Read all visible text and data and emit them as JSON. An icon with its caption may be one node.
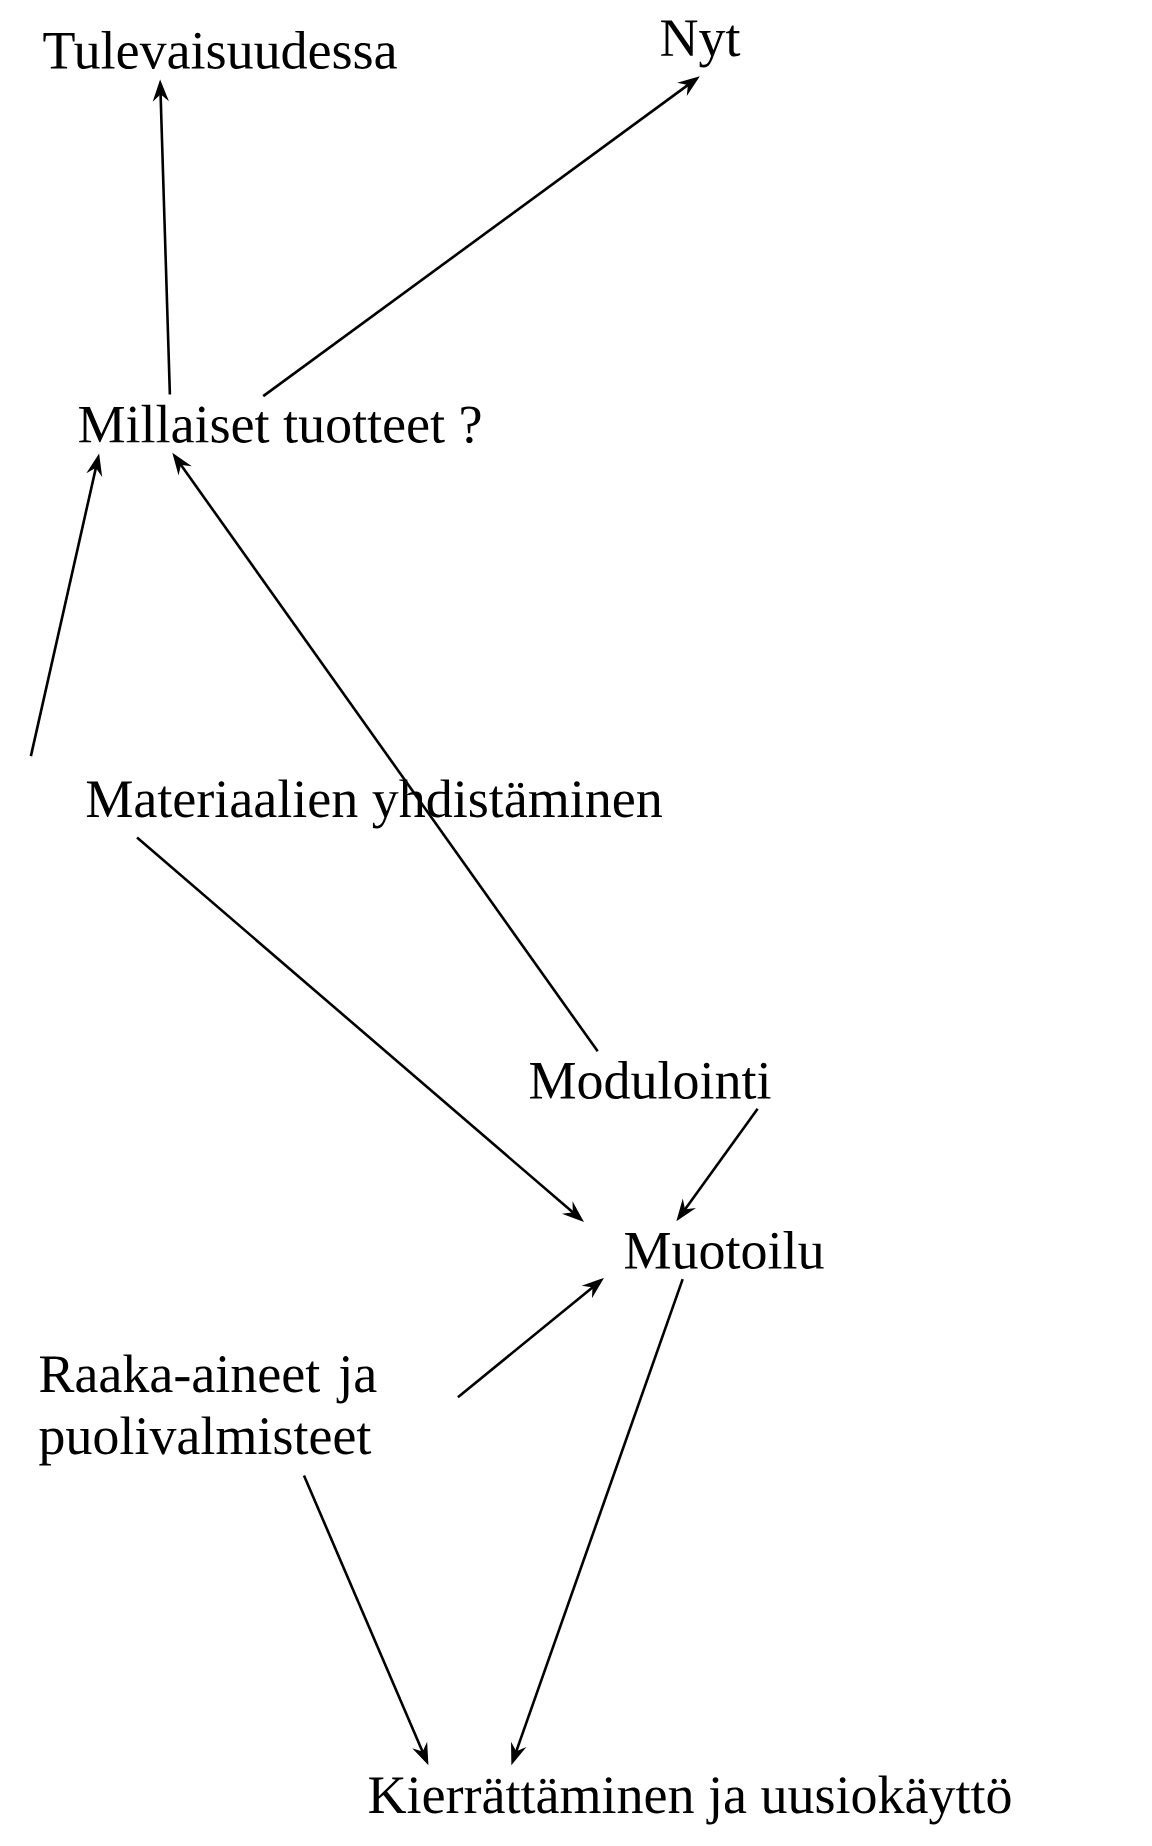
{
  "diagram": {
    "nodes": [
      {
        "text": [
          "Tulevaisuudessa"
        ]
      },
      {
        "text": [
          "Nyt"
        ]
      },
      {
        "text": [
          "Millaiset tuotteet ?"
        ]
      },
      {
        "text": [
          "Materiaalien yhdistäminen"
        ]
      },
      {
        "text": [
          "Modulointi"
        ]
      },
      {
        "text": [
          "Muotoilu"
        ]
      },
      {
        "text": [
          "Raaka-aineet ja puolivalmisteet"
        ]
      },
      {
        "text": [
          "Kierrättäminen ja uusiokäyttö"
        ]
      }
    ],
    "edges": [
      {
        "from": 2,
        "to": 0,
        "arrow": "to"
      },
      {
        "from": 2,
        "to": 1,
        "arrow": "to"
      },
      {
        "from": null,
        "to": 2,
        "arrow": "to"
      },
      {
        "from": 4,
        "to": 2,
        "arrow": "to"
      },
      {
        "from": 3,
        "to": 5,
        "arrow": "to"
      },
      {
        "from": 4,
        "to": 5,
        "arrow": "to"
      },
      {
        "from": 6,
        "to": 5,
        "arrow": "to"
      },
      {
        "from": 6,
        "to": 7,
        "arrow": "to"
      },
      {
        "from": 5,
        "to": 7,
        "arrow": "to"
      }
    ]
  }
}
